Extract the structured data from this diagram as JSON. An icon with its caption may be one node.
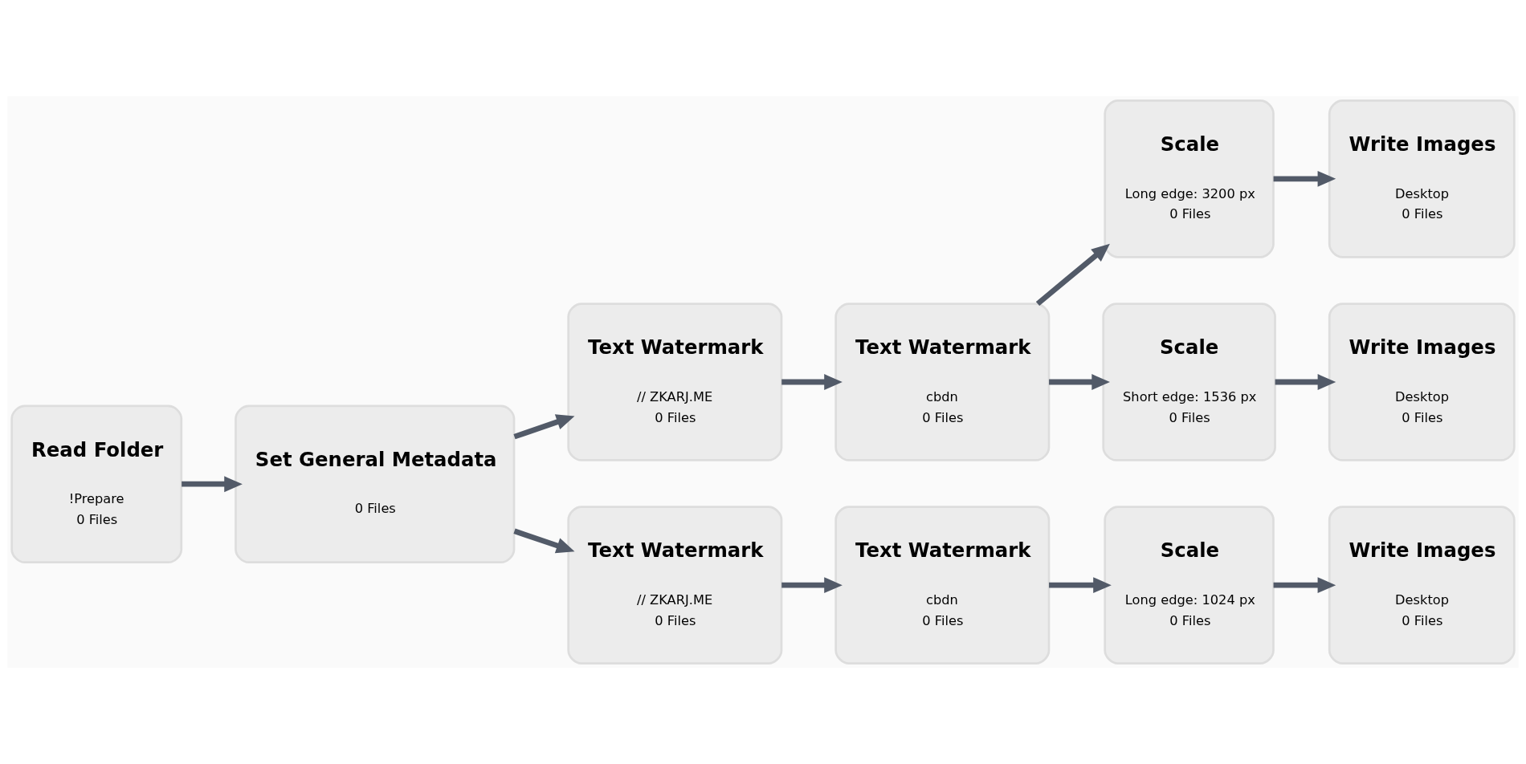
{
  "diagram": {
    "nodes": [
      {
        "text": [
          "Read Folder",
          "!Prepare",
          "0 Files"
        ]
      },
      {
        "text": [
          "Set General Metadata",
          "0 Files"
        ]
      },
      {
        "text": [
          "Text Watermark",
          "// ZKARJ.ME",
          "0 Files"
        ]
      },
      {
        "text": [
          "Text Watermark",
          "cbdn",
          "0 Files"
        ]
      },
      {
        "text": [
          "Scale",
          "Long edge: 3200 px",
          "0 Files"
        ]
      },
      {
        "text": [
          "Write Images",
          "Desktop",
          "0 Files"
        ]
      },
      {
        "text": [
          "Scale",
          "Short edge: 1536 px",
          "0 Files"
        ]
      },
      {
        "text": [
          "Write Images",
          "Desktop",
          "0 Files"
        ]
      },
      {
        "text": [
          "Text Watermark",
          "// ZKARJ.ME",
          "0 Files"
        ]
      },
      {
        "text": [
          "Text Watermark",
          "cbdn",
          "0 Files"
        ]
      },
      {
        "text": [
          "Scale",
          "Long edge: 1024 px",
          "0 Files"
        ]
      },
      {
        "text": [
          "Write Images",
          "Desktop",
          "0 Files"
        ]
      }
    ],
    "edges": [
      {
        "from": 0,
        "to": 1,
        "arrow": "to"
      },
      {
        "from": 1,
        "to": 2,
        "arrow": "to"
      },
      {
        "from": 2,
        "to": 3,
        "arrow": "to"
      },
      {
        "from": 3,
        "to": 4,
        "arrow": "to"
      },
      {
        "from": 4,
        "to": 5,
        "arrow": "to"
      },
      {
        "from": 3,
        "to": 6,
        "arrow": "to"
      },
      {
        "from": 6,
        "to": 7,
        "arrow": "to"
      },
      {
        "from": 1,
        "to": 8,
        "arrow": "to"
      },
      {
        "from": 8,
        "to": 9,
        "arrow": "to"
      },
      {
        "from": 9,
        "to": 10,
        "arrow": "to"
      },
      {
        "from": 10,
        "to": 11,
        "arrow": "to"
      }
    ]
  }
}
